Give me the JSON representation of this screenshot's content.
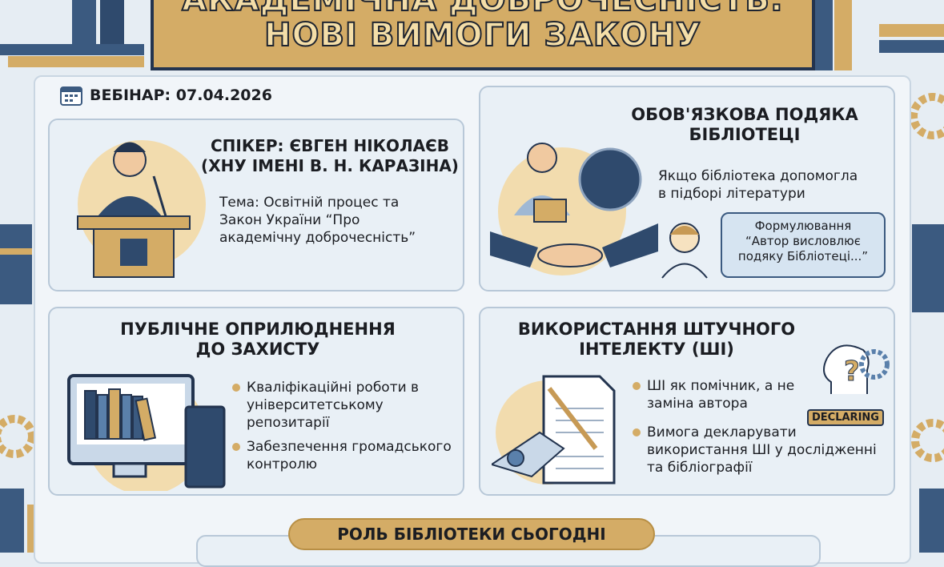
{
  "banner": {
    "title_line1": "АКАДЕМІЧНА ДОБРОЧЕСНІСТЬ:",
    "title_line2": "НОВІ ВИМОГИ ЗАКОНУ"
  },
  "webinar": {
    "label": "ВЕБІНАР: 07.04.2026",
    "icon": "calendar-icon"
  },
  "speaker": {
    "line1": "СПІКЕР: ЄВГЕН НІКОЛАЄВ",
    "line2": "(ХНУ ІМЕНІ В. Н. КАРАЗІНА)",
    "topic": [
      "Тема: Освітній процес та",
      "Закон України “Про",
      "академічну доброчесність”"
    ]
  },
  "thanks": {
    "title_line1": "ОБОВ'ЯЗКОВА ПОДЯКА",
    "title_line2": "БІБЛІОТЕЦІ",
    "text": [
      "Якщо бібліотека допомогла",
      "в підборі літератури"
    ],
    "bubble": [
      "Формулювання",
      "“Автор висловлює",
      "подяку Бібліотеці...”"
    ]
  },
  "publication": {
    "title_line1": "ПУБЛІЧНЕ ОПРИЛЮДНЕННЯ",
    "title_line2": "ДО ЗАХИСТУ",
    "bullets": [
      "Кваліфікаційні роботи в університетському репозитарії",
      "Забезпечення громадського контролю"
    ]
  },
  "ai": {
    "title_line1": "ВИКОРИСТАННЯ ШТУЧНОГО",
    "title_line2": "ІНТЕЛЕКТУ (ШІ)",
    "bullets": [
      "ШІ як помічник, а не заміна автора",
      "Вимога декларувати використання ШІ у дослідженні та бібліографії"
    ],
    "badge": "DECLARING"
  },
  "library_role": {
    "title": "РОЛЬ БІБЛІОТЕКИ СЬОГОДНІ"
  },
  "colors": {
    "gold": "#d4ac66",
    "navy": "#23344f",
    "blue": "#3b5a80",
    "background": "#e6edf3"
  }
}
